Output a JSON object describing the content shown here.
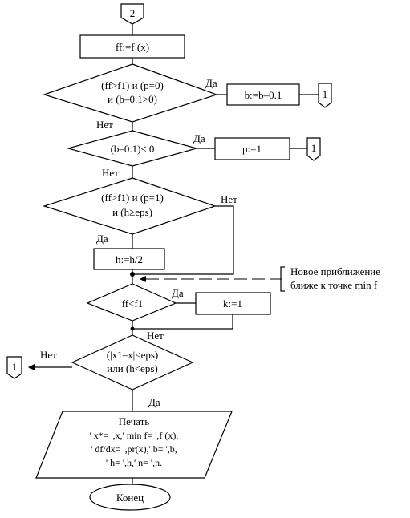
{
  "connectors": {
    "top": "2",
    "c1": "1",
    "c2": "1",
    "c3": "1"
  },
  "blocks": {
    "ff_assign": "ff:=f (x)",
    "cond1_line1": "(ff>f1) и (p=0)",
    "cond1_line2": "и (b–0.1>0)",
    "b_assign": "b:=b–0.1",
    "cond2": "(b–0.1)≤ 0",
    "p_assign": "p:=1",
    "cond3_line1": "(ff>f1) и (p=1)",
    "cond3_line2": "и (h≥eps)",
    "h_assign": "h:=h/2",
    "cond4": "ff<f1",
    "k_assign": "k:=1",
    "cond5_line1": "(|x1–x|<eps)",
    "cond5_line2": "или (h<eps)",
    "print_title": "Печать",
    "print_line1": "' x*= ',x,' min f= ',f (x),",
    "print_line2": "' df/dx= ',pr(x),' b= ',b,",
    "print_line3": "' h= ',h,' n= ',n.",
    "end": "Конец"
  },
  "labels": {
    "yes": "Да",
    "no": "Нет"
  },
  "annotation": {
    "line1": "Новое приближение",
    "line2": "ближе к точке min f"
  }
}
